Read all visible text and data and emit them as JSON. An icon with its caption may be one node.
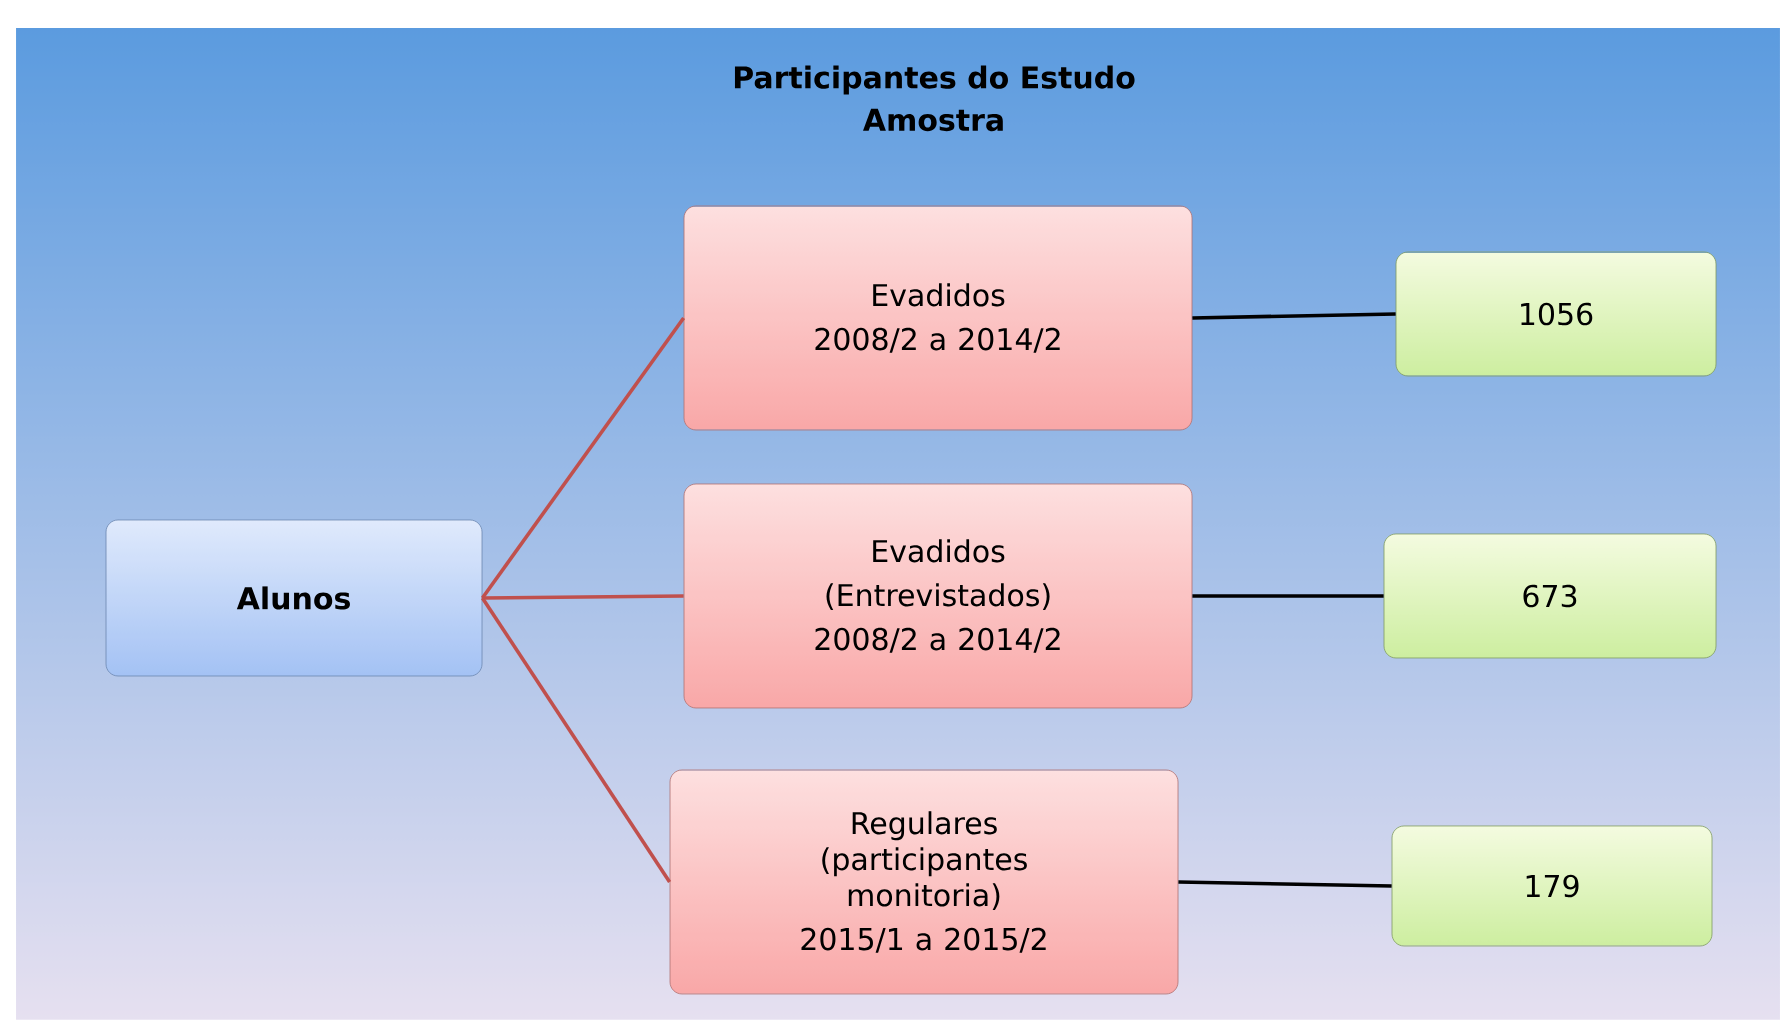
{
  "diagram": {
    "title": "Participantes do Estudo",
    "nodes": [
      {
        "text": [
          "Alunos"
        ]
      },
      {
        "text": [
          "Evadidos",
          "2008/2 a 2014/2"
        ]
      },
      {
        "text": [
          "Evadidos",
          "(Entrevistados)",
          "2008/2 a 2014/2"
        ]
      },
      {
        "text": [
          "Regulares (participantes monitoria)",
          "2015/1 a 2015/2"
        ]
      },
      {
        "text": [
          "1056"
        ]
      },
      {
        "text": [
          "673"
        ]
      },
      {
        "text": [
          "179"
        ]
      }
    ],
    "edges": [
      {
        "from": 0,
        "to": 1,
        "arrow": "none",
        "color": "#c0504d"
      },
      {
        "from": 0,
        "to": 2,
        "arrow": "none",
        "color": "#c0504d"
      },
      {
        "from": 0,
        "to": 3,
        "arrow": "none",
        "color": "#c0504d"
      },
      {
        "from": 1,
        "to": 4,
        "arrow": "none",
        "color": "#000000"
      },
      {
        "from": 2,
        "to": 5,
        "arrow": "none",
        "color": "#000000"
      },
      {
        "from": 3,
        "to": 6,
        "arrow": "none",
        "color": "#000000"
      }
    ],
    "labels": [
      "Amostra"
    ]
  }
}
